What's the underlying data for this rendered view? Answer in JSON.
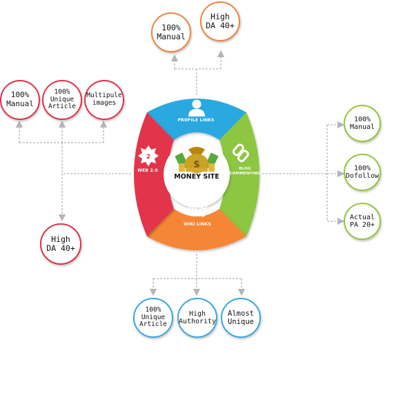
{
  "center": {
    "label": "MONEY SITE"
  },
  "segments": {
    "profile": {
      "label": "PROFILE LINKS",
      "color": "#29a8e0",
      "icon": "user-icon"
    },
    "blog": {
      "label": "BLOG\nCOMMENTING",
      "color": "#8dc63f",
      "icon": "chain-link-icon"
    },
    "wiki": {
      "label": "WIKI LINKS",
      "color": "#f58634",
      "icon": "wikipedia-icon"
    },
    "web": {
      "label": "WEB 2.0",
      "color": "#e2354b",
      "icon": "web2-badge-icon"
    }
  },
  "profile_bubbles": [
    {
      "text": "100%\nManual"
    },
    {
      "text": "High\nDA 40+"
    }
  ],
  "web_bubbles": [
    {
      "text": "100%\nManual"
    },
    {
      "text": "100%\nUnique\nArticle"
    },
    {
      "text": "Multipule\nimages"
    },
    {
      "text": "High\nDA 40+"
    }
  ],
  "blog_bubbles": [
    {
      "text": "100%\nManual"
    },
    {
      "text": "100%\nDofollow"
    },
    {
      "text": "Actual\nPA 20+"
    }
  ],
  "wiki_bubbles": [
    {
      "text": "100%\nUnique\nArticle"
    },
    {
      "text": "High\nAuthority"
    },
    {
      "text": "Almost\nUnique"
    }
  ],
  "colors": {
    "orange": "#f0833a",
    "red": "#e03147",
    "green": "#97c53c",
    "blue": "#37a9dd",
    "connector": "#b5b5b5",
    "gold": "#c9a227"
  }
}
